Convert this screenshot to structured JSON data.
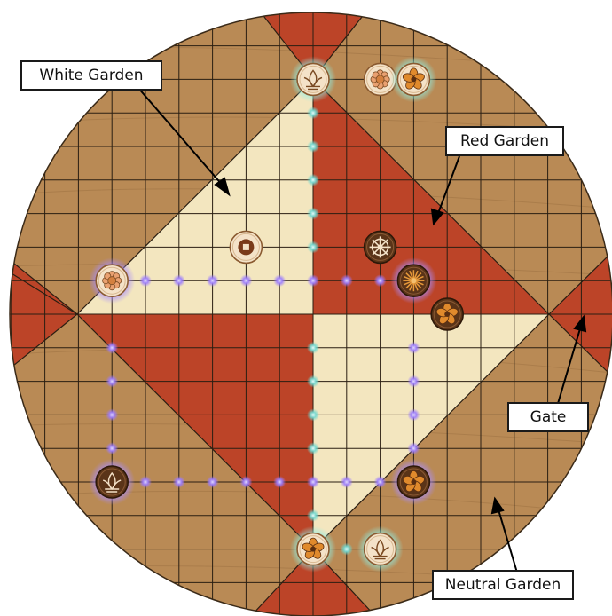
{
  "labels": {
    "white_garden": "White Garden",
    "red_garden": "Red Garden",
    "gate": "Gate",
    "neutral_garden": "Neutral Garden"
  },
  "colors": {
    "white_garden": "#f3e6bf",
    "red_garden": "#bc4428",
    "neutral_garden": "#b98a55",
    "grid_line": "#2a1e12",
    "light_tile": "#f4e2c8",
    "dark_tile": "#5a3418",
    "orange_flower": "#e08a2c",
    "glow_teal": "#7fe0d8",
    "glow_purple": "#9b7bff"
  },
  "tiles": [
    {
      "name": "white-lotus-tile",
      "icon": "lotus",
      "style": "light",
      "glow": "teal",
      "col": 0,
      "row": -7
    },
    {
      "name": "white-rose-tile",
      "icon": "rose",
      "style": "light",
      "glow": "none",
      "col": 2,
      "row": -7
    },
    {
      "name": "orange-flower-tile",
      "icon": "flower",
      "style": "light",
      "glow": "teal",
      "col": 3,
      "row": -7
    },
    {
      "name": "white-wheel-tile",
      "icon": "square",
      "style": "light",
      "glow": "none",
      "col": -2,
      "row": -2
    },
    {
      "name": "dark-wheel-tile",
      "icon": "wheel",
      "style": "dark",
      "glow": "none",
      "col": 2,
      "row": -2
    },
    {
      "name": "white-rose-tile-left",
      "icon": "rose",
      "style": "light",
      "glow": "purple",
      "col": -6,
      "row": -1
    },
    {
      "name": "dark-jasmine-tile",
      "icon": "jasmine",
      "style": "dark",
      "glow": "purple",
      "col": 3,
      "row": -1
    },
    {
      "name": "dark-flower-tile-center",
      "icon": "flower",
      "style": "dark",
      "glow": "none",
      "col": 4,
      "row": 0
    },
    {
      "name": "white-lotus-tile-left",
      "icon": "lotus",
      "style": "dark",
      "glow": "purple",
      "col": -6,
      "row": 5
    },
    {
      "name": "dark-flower-tile-bottom",
      "icon": "flower",
      "style": "dark",
      "glow": "purple",
      "col": 3,
      "row": 5
    },
    {
      "name": "orange-flower-tile-bottom",
      "icon": "flower",
      "style": "light",
      "glow": "teal",
      "col": 0,
      "row": 7
    },
    {
      "name": "white-lotus-tile-bottom",
      "icon": "lotus",
      "style": "light",
      "glow": "teal",
      "col": 2,
      "row": 7
    }
  ],
  "move_markers": {
    "purple": [
      [
        -5,
        -1
      ],
      [
        -4,
        -1
      ],
      [
        -3,
        -1
      ],
      [
        -2,
        -1
      ],
      [
        -1,
        -1
      ],
      [
        0,
        -1
      ],
      [
        1,
        -1
      ],
      [
        2,
        -1
      ],
      [
        -6,
        1
      ],
      [
        -6,
        2
      ],
      [
        -6,
        3
      ],
      [
        -6,
        4
      ],
      [
        -5,
        5
      ],
      [
        -4,
        5
      ],
      [
        -3,
        5
      ],
      [
        -2,
        5
      ],
      [
        -1,
        5
      ],
      [
        0,
        5
      ],
      [
        1,
        5
      ],
      [
        2,
        5
      ],
      [
        3,
        1
      ],
      [
        3,
        2
      ],
      [
        3,
        3
      ],
      [
        3,
        4
      ]
    ],
    "teal": [
      [
        0,
        -6
      ],
      [
        0,
        -5
      ],
      [
        0,
        -4
      ],
      [
        0,
        -3
      ],
      [
        0,
        -2
      ],
      [
        0,
        1
      ],
      [
        0,
        2
      ],
      [
        0,
        3
      ],
      [
        0,
        4
      ],
      [
        0,
        6
      ],
      [
        1,
        7
      ]
    ]
  }
}
